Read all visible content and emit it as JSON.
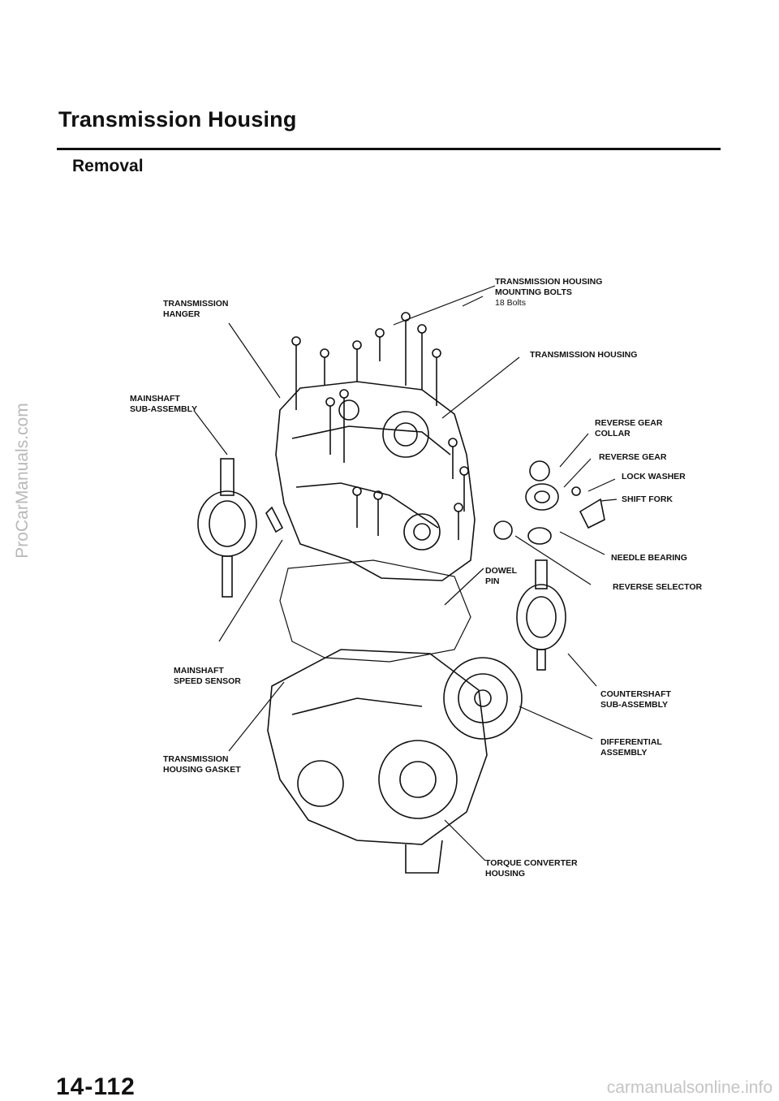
{
  "header": {
    "title": "Transmission Housing",
    "subtitle": "Removal"
  },
  "side_watermark": "ProCarManuals.com",
  "labels": {
    "mounting_bolts_1": "TRANSMISSION HOUSING",
    "mounting_bolts_2": "MOUNTING BOLTS",
    "mounting_bolts_3": "18 Bolts",
    "hanger_1": "TRANSMISSION",
    "hanger_2": "HANGER",
    "housing": "TRANSMISSION HOUSING",
    "mainshaft_sub_1": "MAINSHAFT",
    "mainshaft_sub_2": "SUB-ASSEMBLY",
    "rev_collar_1": "REVERSE GEAR",
    "rev_collar_2": "COLLAR",
    "rev_gear": "REVERSE GEAR",
    "lock_washer": "LOCK WASHER",
    "shift_fork": "SHIFT FORK",
    "needle_bearing": "NEEDLE BEARING",
    "dowel_1": "DOWEL",
    "dowel_2": "PIN",
    "rev_selector": "REVERSE SELECTOR",
    "speed_sensor_1": "MAINSHAFT",
    "speed_sensor_2": "SPEED SENSOR",
    "countershaft_1": "COUNTERSHAFT",
    "countershaft_2": "SUB-ASSEMBLY",
    "differential_1": "DIFFERENTIAL",
    "differential_2": "ASSEMBLY",
    "gasket_1": "TRANSMISSION",
    "gasket_2": "HOUSING GASKET",
    "torque_conv_1": "TORQUE CONVERTER",
    "torque_conv_2": "HOUSING"
  },
  "footer": {
    "page_number": "14-112",
    "watermark": "carmanualsonline.info"
  }
}
